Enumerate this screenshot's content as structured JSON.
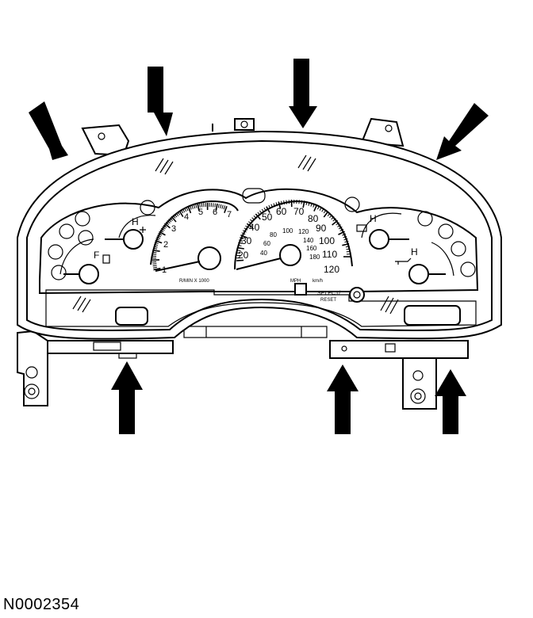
{
  "figure_code": "N0002354",
  "arrows": {
    "color": "#000000",
    "count": 7
  },
  "tach": {
    "numerals": [
      "1",
      "2",
      "3",
      "4",
      "5",
      "6",
      "7"
    ],
    "caption": "R/MIN X 1000"
  },
  "speedo": {
    "mph": [
      "20",
      "30",
      "40",
      "50",
      "60",
      "70",
      "80",
      "90",
      "100",
      "110",
      "120"
    ],
    "kmh": [
      "40",
      "60",
      "80",
      "100",
      "120",
      "140",
      "160",
      "180"
    ],
    "caption_left": "MPH",
    "caption_right": "km/h"
  },
  "fuel_gauge": {
    "full_label": "F"
  },
  "temp_gauge_left": {
    "hot_label": "H"
  },
  "right_gauge_upper": {
    "high_label": "H"
  },
  "right_gauge_lower": {
    "high_label": "H"
  },
  "select_reset": {
    "line1": "SELECT/",
    "line2": "RESET"
  }
}
